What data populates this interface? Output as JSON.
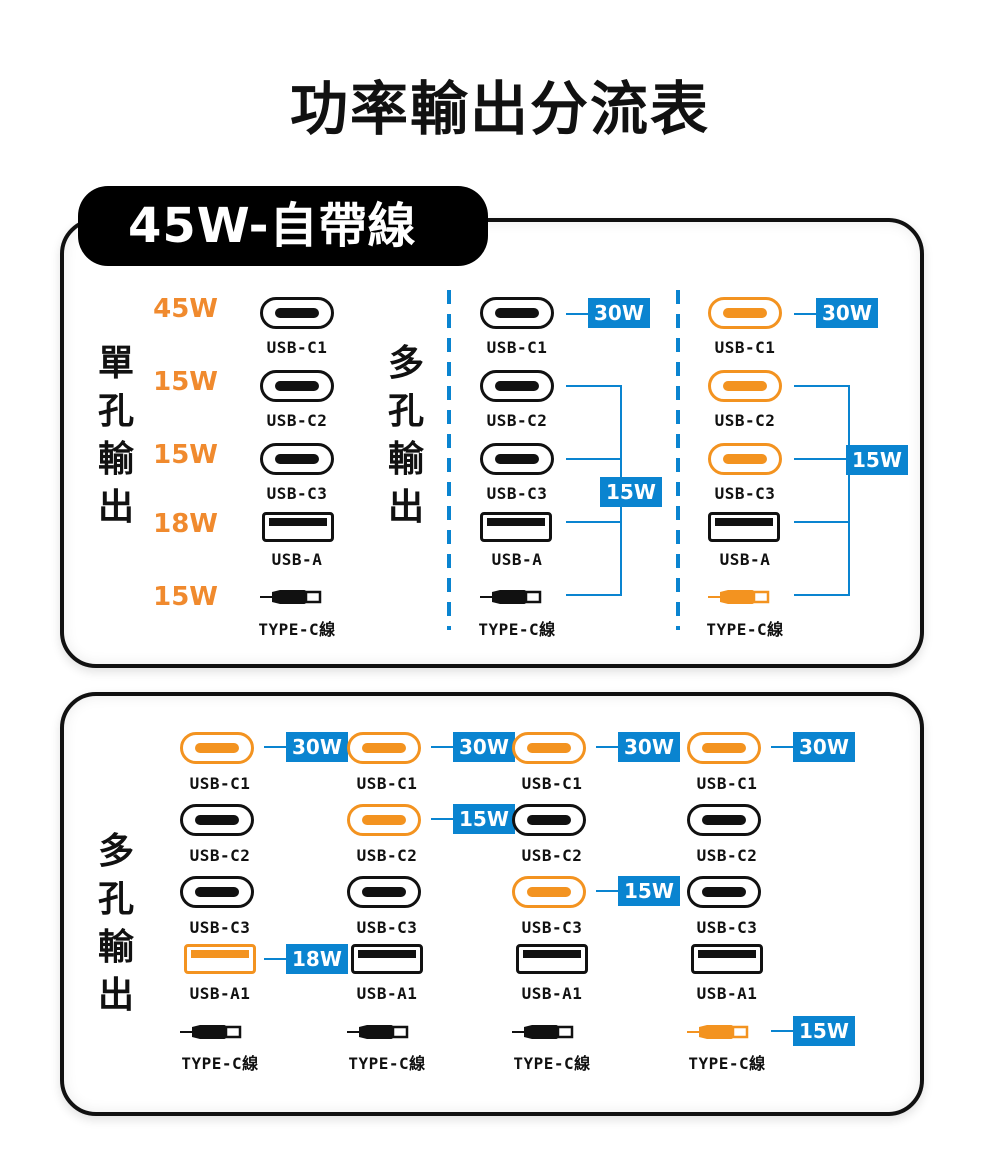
{
  "title": "功率輸出分流表",
  "colors": {
    "accent_orange": "#f39320",
    "label_orange": "#f08a2e",
    "badge_blue": "#0a84d0",
    "ink": "#111111"
  },
  "panel1": {
    "tag": "45W-自帶線",
    "single_label": "單孔輸出",
    "multi_label": "多孔輸出",
    "single": [
      {
        "port": "USB-C1",
        "type": "usb-c",
        "watt": "45W"
      },
      {
        "port": "USB-C2",
        "type": "usb-c",
        "watt": "15W"
      },
      {
        "port": "USB-C3",
        "type": "usb-c",
        "watt": "15W"
      },
      {
        "port": "USB-A",
        "type": "usb-a",
        "watt": "18W"
      },
      {
        "port": "TYPE-C線",
        "type": "cable",
        "watt": "15W"
      }
    ],
    "multi_a": {
      "ports": [
        "USB-C1",
        "USB-C2",
        "USB-C3",
        "USB-A",
        "TYPE-C線"
      ],
      "active": [
        false,
        false,
        false,
        false,
        false
      ],
      "c1_watt": "30W",
      "shared_watt": "15W"
    },
    "multi_b": {
      "ports": [
        "USB-C1",
        "USB-C2",
        "USB-C3",
        "USB-A",
        "TYPE-C線"
      ],
      "active": [
        true,
        true,
        true,
        false,
        true
      ],
      "c1_watt": "30W",
      "shared_watt": "15W"
    }
  },
  "panel2": {
    "multi_label": "多孔輸出",
    "columns": [
      {
        "ports": [
          "USB-C1",
          "USB-C2",
          "USB-C3",
          "USB-A1",
          "TYPE-C線"
        ],
        "active": [
          true,
          false,
          false,
          true,
          false
        ],
        "watts": [
          "30W",
          "",
          "",
          "18W",
          ""
        ]
      },
      {
        "ports": [
          "USB-C1",
          "USB-C2",
          "USB-C3",
          "USB-A1",
          "TYPE-C線"
        ],
        "active": [
          true,
          true,
          false,
          false,
          false
        ],
        "watts": [
          "30W",
          "15W",
          "",
          "",
          ""
        ]
      },
      {
        "ports": [
          "USB-C1",
          "USB-C2",
          "USB-C3",
          "USB-A1",
          "TYPE-C線"
        ],
        "active": [
          true,
          false,
          true,
          false,
          false
        ],
        "watts": [
          "30W",
          "",
          "15W",
          "",
          ""
        ]
      },
      {
        "ports": [
          "USB-C1",
          "USB-C2",
          "USB-C3",
          "USB-A1",
          "TYPE-C線"
        ],
        "active": [
          true,
          false,
          false,
          false,
          true
        ],
        "watts": [
          "30W",
          "",
          "",
          "",
          "15W"
        ]
      }
    ]
  }
}
